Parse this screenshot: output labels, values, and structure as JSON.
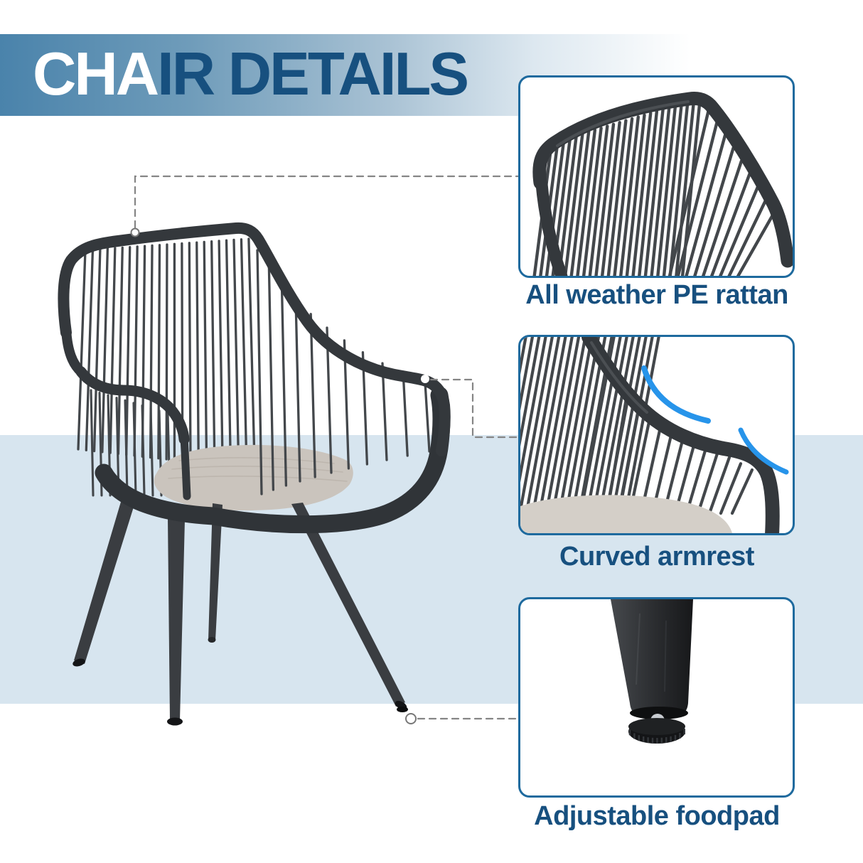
{
  "header": {
    "title_highlight": "CHA",
    "title_rest": "IR DETAILS"
  },
  "callouts": [
    {
      "id": "rattan",
      "label": "All weather PE rattan"
    },
    {
      "id": "armrest",
      "label": "Curved armrest"
    },
    {
      "id": "footpad",
      "label": "Adjustable foodpad"
    }
  ],
  "colors": {
    "accent_text": "#17507f",
    "panel_border": "#1e6a9e",
    "band_blue": "#d7e5ef",
    "header_gradient_left": "#4a83ab",
    "rope": "#43474b",
    "rope_edge": "#34383c",
    "cushion": "#cac4bd",
    "cushion_stripe": "#bdb6ae",
    "leg": "#3a3d41",
    "foot": "#141517",
    "swoosh": "#2794ea",
    "connector": "#858585"
  }
}
